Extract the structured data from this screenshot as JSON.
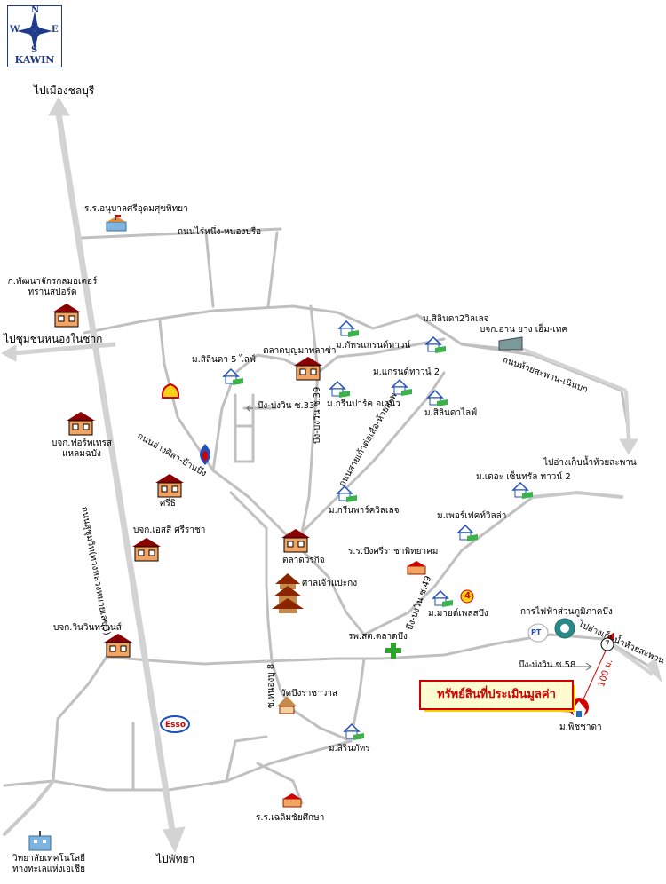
{
  "compass": {
    "n": "N",
    "s": "S",
    "e": "E",
    "w": "W",
    "brand": "KAWIN"
  },
  "directions": {
    "to_chonburi": "ไปเมืองชลบุรี",
    "to_nong_nok_chak": "ไปชุมชนหนองในชาก",
    "to_pattaya": "ไปพัทยา",
    "to_reservoir_1": "ไปอ่างเก็บน้ำห้วยสะพาน",
    "to_reservoir_2": "ไปอ่างเก็บน้ำห้วยสะพาน"
  },
  "roads": {
    "rai_nueng_nong_prue": "ถนนไร่หนึ่ง-หนองปรือ",
    "sukhumvit": "ถนนสุขุมวิท(ทางหลวงหมายเลข3)",
    "ang_sila_ban_bueng": "ถนนอ่างศิลา-บ้านบึง",
    "sai_huai_sapan": "ถนนห้วยสะพาน-เนินบก",
    "sai_kaew_huai_sapan": "ถนนสายเก้าต่อเสือ-ห้วยสะพาน",
    "bueng_soi_33": "บึง-บ่งวิน ซ.33",
    "bueng_soi_39": "บึง-บ่งวิน ซ.39",
    "bueng_soi_49": "บึง-บ่งวิน ซ.49",
    "bueng_soi_58": "บึง-บ่งวิน ซ.58",
    "soi_8": "ซ.หนองบุ 8"
  },
  "landmarks": {
    "anuban_school": "ร.ร.อนุบาลศรีอุดมศุขพิทยา",
    "phatthana_motor": "ก.พัฒนาจักรกลมอเตอร์\nทรานสปอร์ต",
    "ford": "บจก.ฟอร์ทเทรส\nแหลมฉบัง",
    "sriri": "ศรีธิ",
    "sst_sriracha": "บจก.เอสสี ศรีราชา",
    "winwin": "บจก.วินวินทรานส์",
    "silintha_5": "ม.สิลินดา 5 ไลฟ์",
    "talat_boonma": "ตลาดบุญมาพลาซ่า",
    "phatkrand": "ม.ภัทรแกรนด์ทาวน์",
    "silintha_2": "ม.สิลินดา2วิลเลจ",
    "chan_yang": "บจก.ฮาน ยาง เอ็ม-เทค",
    "grand_town_2": "ม.แกรนด์ทาวน์ 2",
    "green_park": "ม.กรีนปาร์ค อเวนิว",
    "silintha_life": "ม.สิลินดาไลฟ์",
    "the_central": "ม.เดอะ เซ็นทรัล ทาวน์ 2",
    "perfect_villa": "ม.เพอร์เฟคท์วิลล่า",
    "green_park_village": "ม.กรีนพาร์ควิลเลจ",
    "talat_worakit": "ตลาดวรกิจ",
    "shrine": "ศาลเจ้าแปะกง",
    "bueng_school": "ร.ร.บึงศรีราชาพิทยาคม",
    "mind_place": "ม.มายด์เพลสบึง",
    "hospital": "รพ.สต.ตลาดบึง",
    "pea": "การไฟฟ้าส่วนภูมิภาคบึง",
    "wat": "วัดบึงราชาวาส",
    "sirinapat": "ม.สิรินภัทร",
    "chalerm_school": "ร.ร.เฉลิมชัยศึกษา",
    "tech_college": "วิทยาลัยเทคโนโลยี\nทางทะเลแห่งเอเชีย",
    "pitchada": "ม.พิชชาดา"
  },
  "subject_label": "ทรัพย์สินที่ประเมินมูลค่า",
  "distance_label": "100 ม.",
  "brands": {
    "esso": "Esso",
    "badge_4": "4",
    "badge_7": "7",
    "pt": "PT"
  },
  "colors": {
    "road": "#c0c0c0",
    "arrow": "#d3d3d3",
    "subject_red": "#d40000",
    "plant_blue": "#1f6fbf"
  }
}
